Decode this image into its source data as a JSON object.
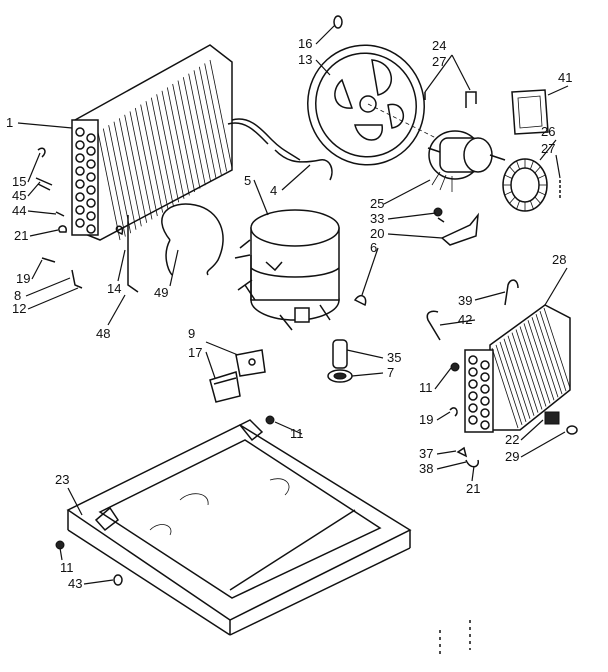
{
  "labels": {
    "l1": "1",
    "l15": "15",
    "l45": "45",
    "l44": "44",
    "l21a": "21",
    "l19a": "19",
    "l8": "8",
    "l12": "12",
    "l14": "14",
    "l48": "48",
    "l49": "49",
    "l4": "4",
    "l5": "5",
    "l16": "16",
    "l13": "13",
    "l24": "24",
    "l27a": "27",
    "l41": "41",
    "l26": "26",
    "l27b": "27",
    "l25": "25",
    "l33": "33",
    "l20": "20",
    "l6": "6",
    "l9": "9",
    "l17": "17",
    "l35": "35",
    "l7": "7",
    "l11a": "11",
    "l28": "28",
    "l39": "39",
    "l42": "42",
    "l11b": "11",
    "l19b": "19",
    "l22": "22",
    "l29": "29",
    "l37": "37",
    "l38": "38",
    "l21b": "21",
    "l23": "23",
    "l11c": "11",
    "l43": "43"
  }
}
